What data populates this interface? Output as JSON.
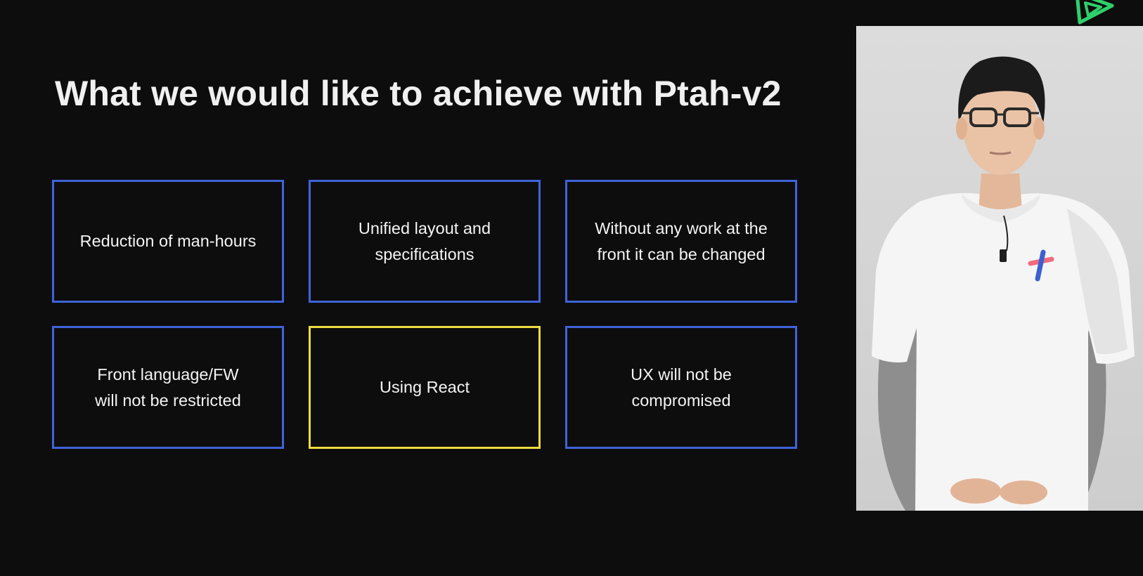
{
  "slide": {
    "title": "What we would like to achieve with Ptah-v2",
    "cards": [
      {
        "text": "Reduction of man-hours",
        "highlighted": false
      },
      {
        "text": "Unified layout and\nspecifications",
        "highlighted": false
      },
      {
        "text": "Without any work at the\nfront it can be changed",
        "highlighted": false
      },
      {
        "text": "Front language/FW\nwill not be restricted",
        "highlighted": false
      },
      {
        "text": "Using React",
        "highlighted": true
      },
      {
        "text": "UX will not be\ncompromised",
        "highlighted": false
      }
    ]
  },
  "colors": {
    "background": "#0d0d0d",
    "card_border": "#3f63d9",
    "highlight_border": "#ecdc3f",
    "brand_logo": "#2fd06b"
  },
  "icons": {
    "brand_logo": "play-triangle-logo",
    "shirt_logo": "shirt-brand-mark"
  }
}
